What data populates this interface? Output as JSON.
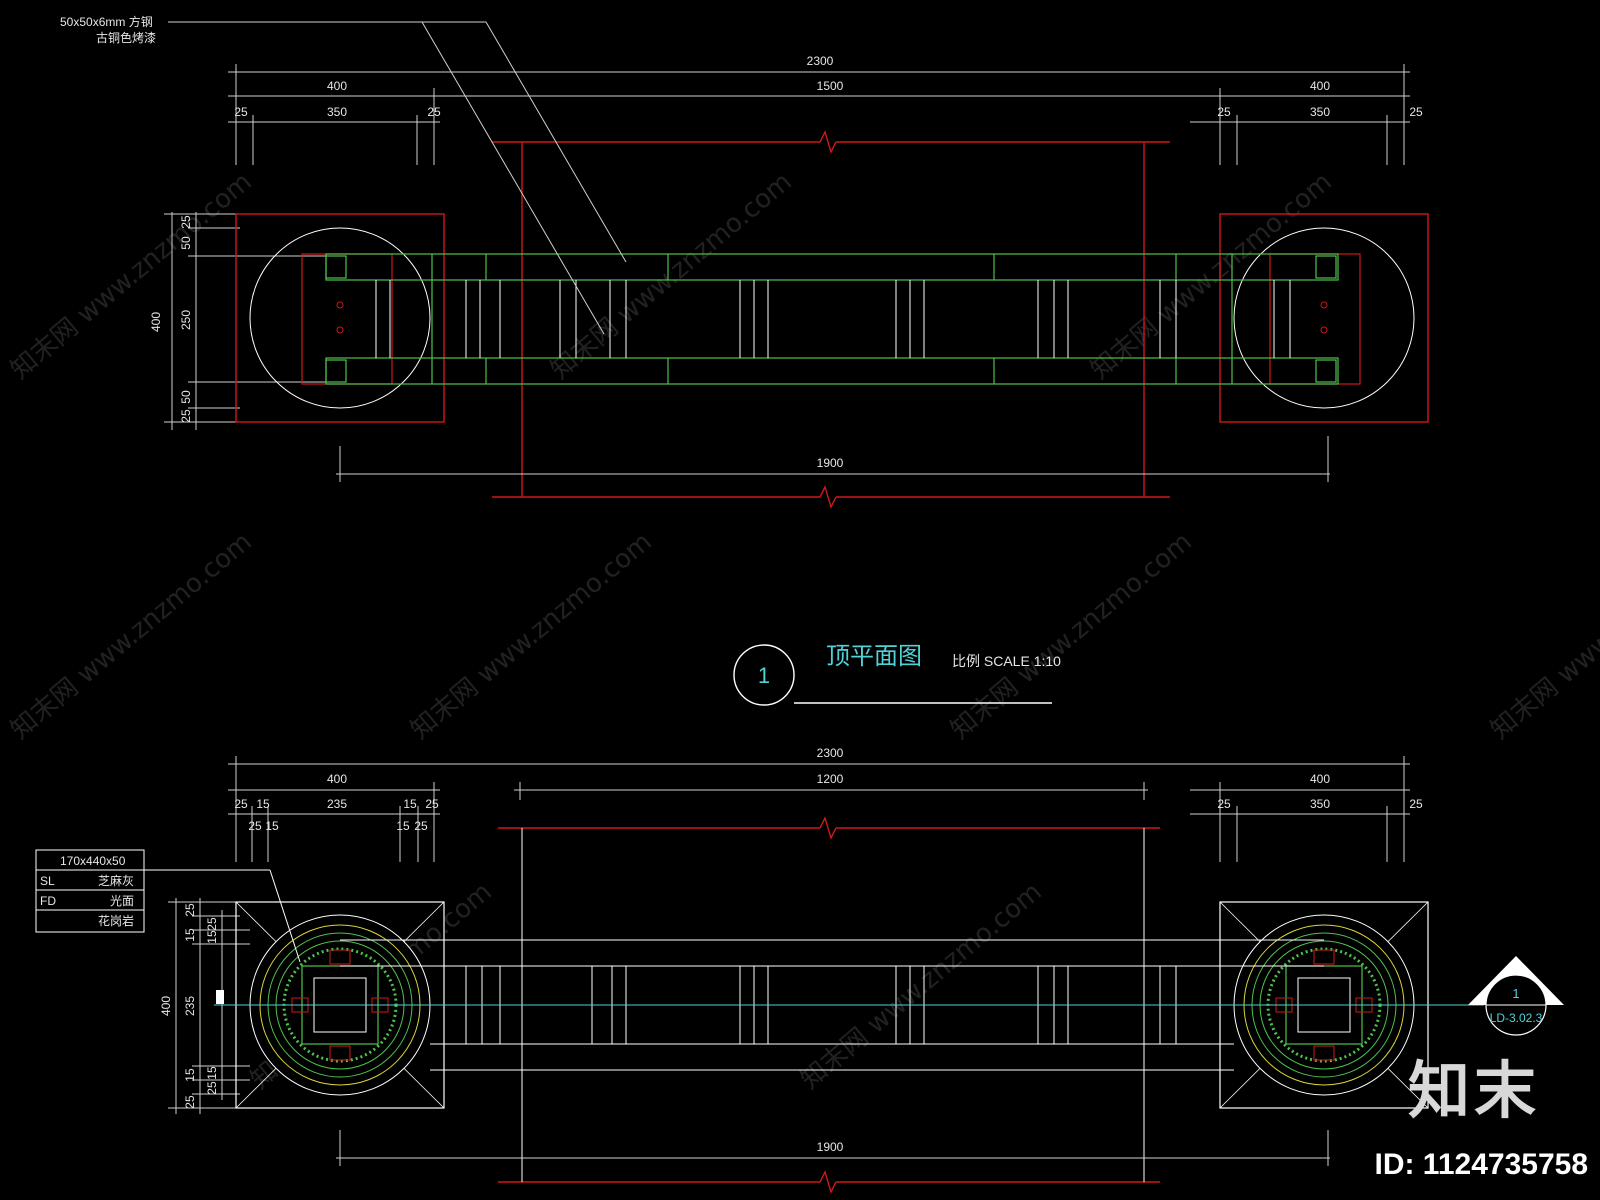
{
  "callout_top": {
    "line1": "50x50x6mm 方钢",
    "line2": "古铜色烤漆"
  },
  "top_view": {
    "overall": "2300",
    "left_part": "400",
    "middle_part": "1500",
    "right_part": "400",
    "left_sub": [
      "25",
      "350",
      "25"
    ],
    "right_sub": [
      "25",
      "350",
      "25"
    ],
    "vertical_total": "400",
    "vertical_sub": [
      "25",
      "50",
      "250",
      "50",
      "25"
    ],
    "bottom": "1900"
  },
  "title_block": {
    "number": "1",
    "title": "顶平面图",
    "scale": "比例 SCALE 1:10"
  },
  "bottom_view": {
    "overall": "2300",
    "left_part": "400",
    "middle_part": "1200",
    "right_part": "400",
    "left_sub_row1": [
      "25",
      "15",
      "235",
      "15",
      "25"
    ],
    "left_sub_row2": [
      "25",
      "15",
      "15",
      "25"
    ],
    "right_sub": [
      "25",
      "350",
      "25"
    ],
    "vertical_total": "400",
    "vertical_main": "235",
    "vertical_sub_top": [
      "25",
      "15",
      "15",
      "25"
    ],
    "vertical_sub_bottom": [
      "15",
      "15",
      "25",
      "25"
    ],
    "bottom": "1900"
  },
  "material_table": {
    "size": "170x440x50",
    "rows": [
      {
        "code": "SL",
        "value": "芝麻灰"
      },
      {
        "code": "FD",
        "value": "光面"
      },
      {
        "code": "",
        "value": "花岗岩"
      }
    ]
  },
  "section_marker": {
    "number": "1",
    "ref": "LD-3.02.3"
  },
  "watermark": {
    "site": "知末网 www.znzmo.com",
    "brand": "知末",
    "image_id": "ID: 1124735758"
  },
  "colors": {
    "background": "#000000",
    "dimension": "#e6e6e6",
    "structure_red": "#d01818",
    "steel_green": "#4ec24e",
    "outline_white": "#ffffff",
    "title_cyan": "#4fd2d8",
    "ring_yellow": "#d6d63a"
  }
}
